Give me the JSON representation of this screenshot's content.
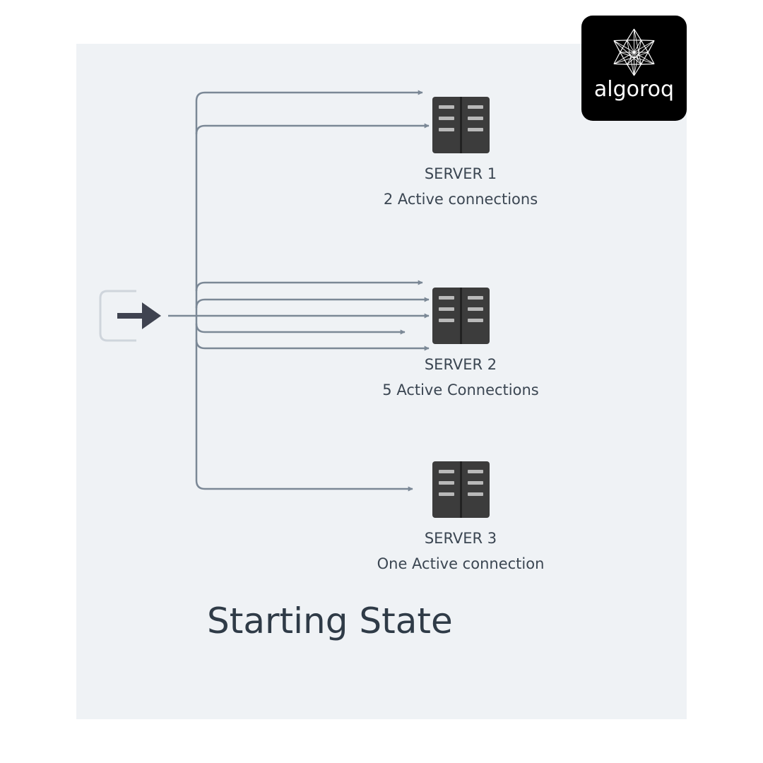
{
  "colors": {
    "panel_background": "#eff2f5",
    "arrow_line": "#7b8896",
    "server_body": "#3c3c3c",
    "server_slot": "#b9b9b9",
    "entry_icon_frame": "#cfd5dc",
    "entry_arrow": "#3f4350",
    "text": "#3b4652",
    "logo_background": "#000000",
    "logo_foreground": "#ffffff"
  },
  "logo": {
    "text": "algoroq",
    "icon": "star-polyhedron-icon"
  },
  "entry_point": {
    "icon": "sign-in-arrow-icon"
  },
  "servers": [
    {
      "title": "SERVER 1",
      "subtitle": "2 Active connections",
      "connections": 2,
      "icon": "server-rack-icon"
    },
    {
      "title": "SERVER 2",
      "subtitle": "5 Active Connections",
      "connections": 5,
      "icon": "server-rack-icon"
    },
    {
      "title": "SERVER 3",
      "subtitle": "One Active connection",
      "connections": 1,
      "icon": "server-rack-icon"
    }
  ],
  "caption": "Starting State"
}
